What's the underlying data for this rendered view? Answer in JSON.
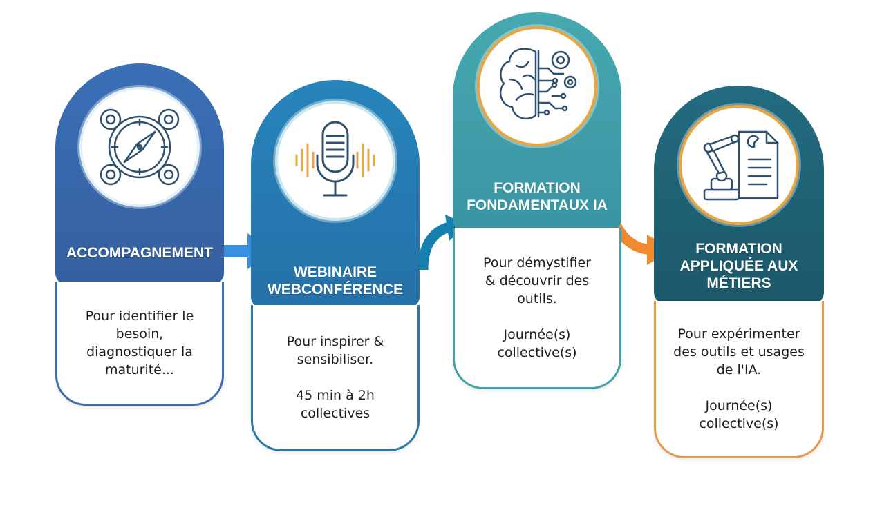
{
  "steps": [
    {
      "title": "ACCOMPAGNEMENT",
      "description": "Pour identifier le\nbesoin,\ndiagnostiquer la\nmaturité...",
      "duration": "",
      "icon": "compass-gears-icon",
      "color": "#3f71b1",
      "border_color": "#3e6ead"
    },
    {
      "title": "WEBINAIRE\nWEBCONFÉRENCE",
      "description": "Pour inspirer &\nsensibiliser.",
      "duration": "45 min à 2h\ncollectives",
      "icon": "microphone-soundwave-icon",
      "color": "#2a7fb4",
      "border_color": "#2a78ab"
    },
    {
      "title": "FORMATION\nFONDAMENTAUX IA",
      "description": "Pour démystifier\n& découvrir des\noutils.",
      "duration": "Journée(s)\ncollective(s)",
      "icon": "brain-circuit-icon",
      "color": "#3c9aa5",
      "border_color": "#45a2aa"
    },
    {
      "title": "FORMATION\nAPPLIQUÉE AUX\nMÉTIERS",
      "description": "Pour expérimenter\ndes outils et usages\nde l'IA.",
      "duration": "Journée(s)\ncollective(s)",
      "icon": "robot-arm-document-icon",
      "color": "#1f5f72",
      "border_color": "#e8994a"
    }
  ],
  "colors": {
    "arrow_blue": "#3b8fe0",
    "arrow_teal": "#167fae",
    "arrow_orange": "#ef8a2e",
    "accent_orange": "#e9a540",
    "icon_line": "#2e4f6d"
  }
}
